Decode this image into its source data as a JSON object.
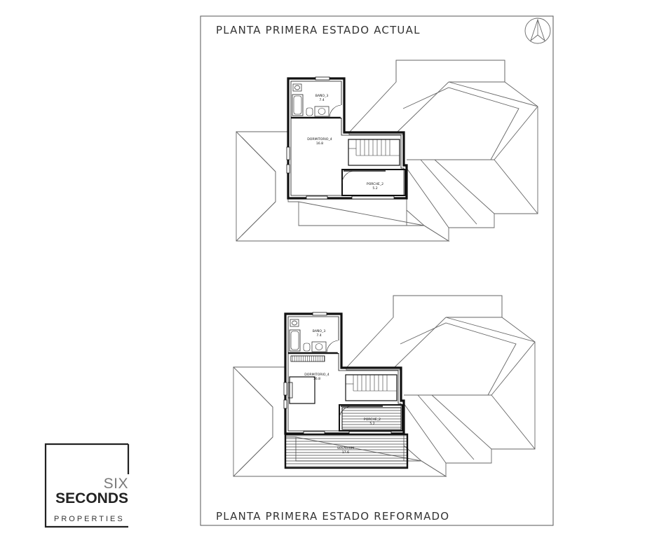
{
  "plan_top": {
    "title": "PLANTA  PRIMERA  ESTADO  ACTUAL",
    "rooms": [
      {
        "name": "BAÑO_3",
        "area": "7.4"
      },
      {
        "name": "DORMITORIO_4",
        "area": "16.8"
      },
      {
        "name": "PORCHE_2",
        "area": "5.2"
      }
    ]
  },
  "plan_bottom": {
    "title": "PLANTA  PRIMERA  ESTADO  REFORMADO",
    "rooms": [
      {
        "name": "BAÑO_3",
        "area": "7.4"
      },
      {
        "name": "DORMITORIO_4",
        "area": "16.8"
      },
      {
        "name": "PORCHE_2",
        "area": "5.2"
      },
      {
        "name": "SOLARIUM",
        "area": "17.6"
      }
    ]
  },
  "logo": {
    "line1": "SIX",
    "line2": "SECONDS",
    "line3": "PROPERTIES"
  },
  "colors": {
    "line": "#555555",
    "wall": "#111111",
    "accent": "#111111"
  },
  "icons": [
    "north-arrow-icon"
  ]
}
